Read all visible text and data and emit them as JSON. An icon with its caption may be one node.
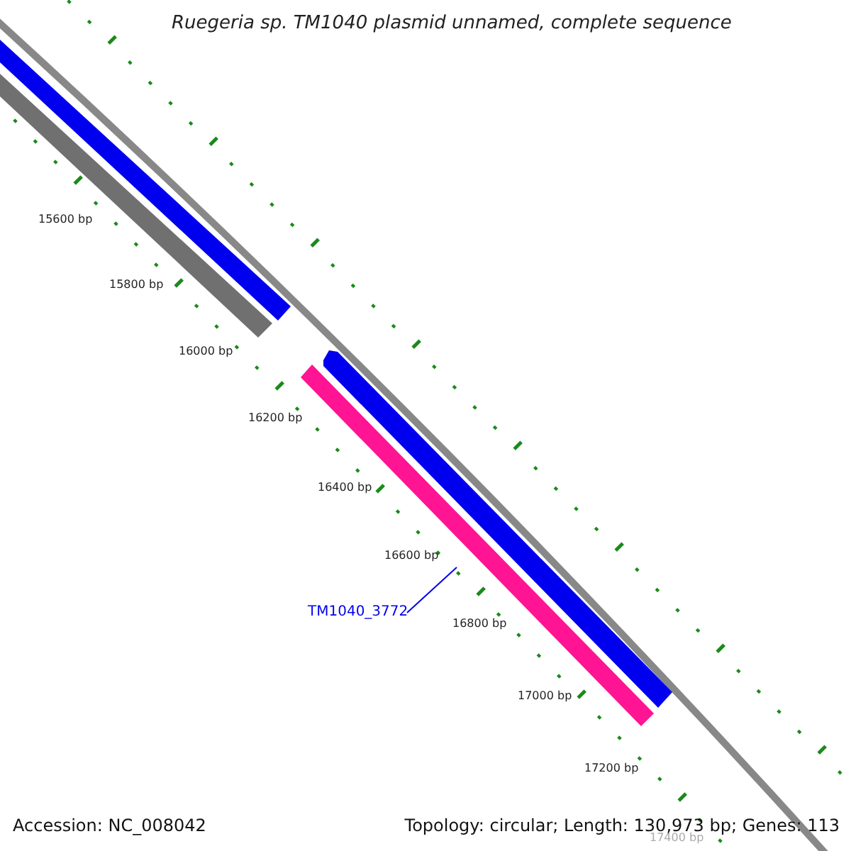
{
  "diagram": {
    "title": "Ruegeria sp. TM1040 plasmid unnamed, complete sequence",
    "nodes": [
      {
        "text": [
          "TM1040_3772"
        ]
      },
      {
        "text": [],
        "shape": "bar"
      }
    ],
    "edges": [
      {
        "from": 0,
        "to": 1,
        "arrow": "none"
      }
    ],
    "labels": [
      "15600 bp",
      "15800 bp",
      "16000 bp",
      "16200 bp",
      "16400 bp",
      "16600 bp",
      "16800 bp",
      "17000 bp",
      "17200 bp",
      "17400 bp",
      "Accession: NC_008042",
      "Topology: circular; Length: 130,973 bp; Genes: 113"
    ]
  }
}
